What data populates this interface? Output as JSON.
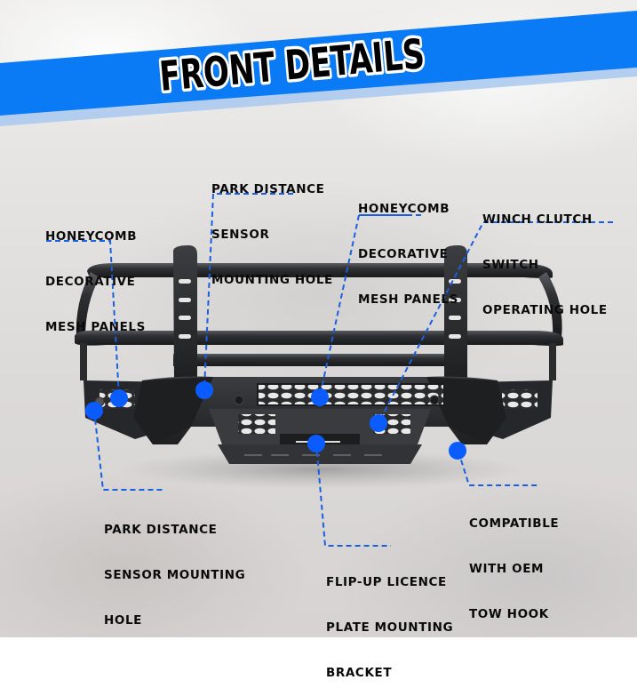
{
  "banner": {
    "title": "FRONT DETAILS",
    "color": "#0a7af5",
    "shadow_color": "#a9c8f0"
  },
  "accent": {
    "dot_color": "#0a5cff",
    "leader_color": "#1a5fe0",
    "text_color": "#0a0a0a"
  },
  "callouts": [
    {
      "id": "honeycomb-left",
      "lines": [
        "HONEYCOMB",
        "DECORATIVE",
        "MESH PANELS"
      ]
    },
    {
      "id": "park-sensor-top",
      "lines": [
        "PARK DISTANCE",
        "SENSOR",
        "MOUNTING HOLE"
      ]
    },
    {
      "id": "honeycomb-center",
      "lines": [
        "HONEYCOMB",
        "DECORATIVE",
        "MESH PANELS"
      ]
    },
    {
      "id": "winch-clutch",
      "lines": [
        "WINCH CLUTCH",
        "SWITCH",
        "OPERATING HOLE"
      ]
    },
    {
      "id": "park-sensor-bottom",
      "lines": [
        "PARK DISTANCE",
        "SENSOR MOUNTING",
        "HOLE"
      ]
    },
    {
      "id": "licence-plate",
      "lines": [
        "FLIP-UP LICENCE",
        "PLATE MOUNTING",
        "BRACKET"
      ]
    },
    {
      "id": "tow-hook",
      "lines": [
        "COMPATIBLE",
        "WITH OEM",
        "TOW HOOK"
      ]
    }
  ],
  "product": {
    "name": "front-bumper-with-grille-guard",
    "color": "#2a2b2d"
  }
}
